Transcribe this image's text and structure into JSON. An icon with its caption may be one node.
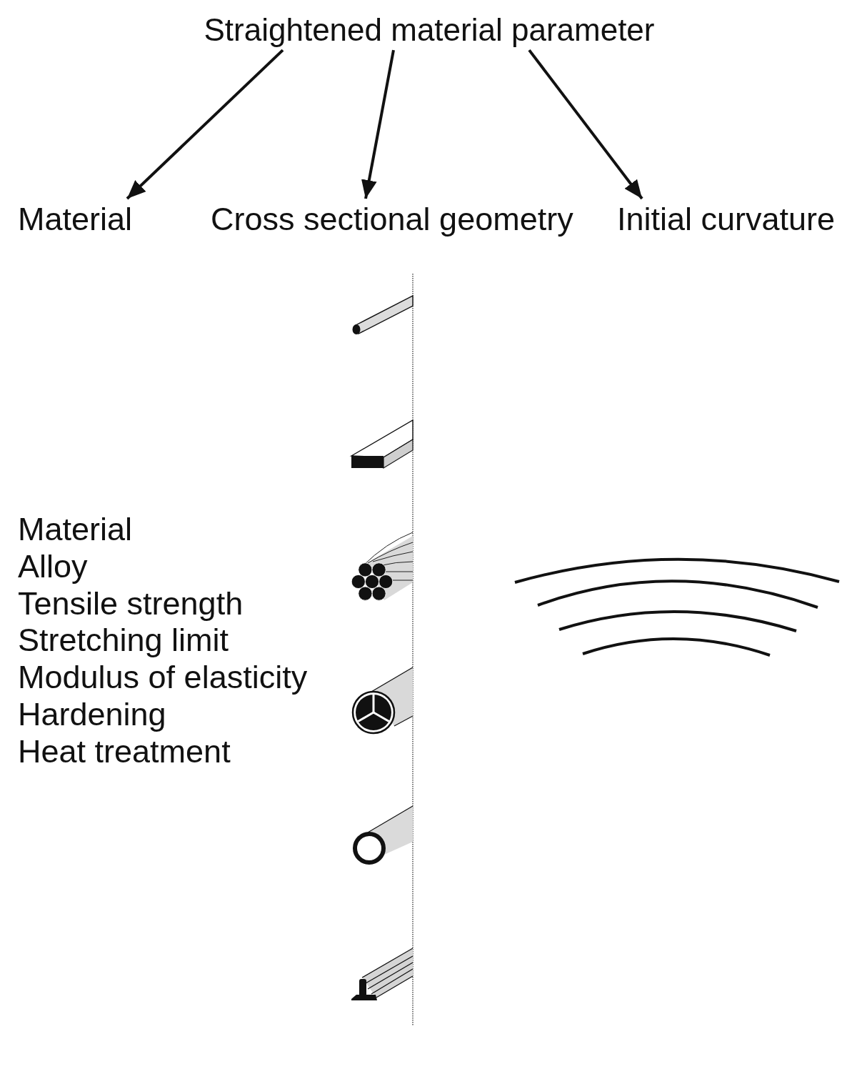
{
  "diagram": {
    "nodes": [
      {
        "text": [
          "Straightened material parameter"
        ]
      },
      {
        "text": [
          "Material"
        ]
      },
      {
        "text": [
          "Cross sectional geometry"
        ]
      },
      {
        "text": [
          "Initial curvature"
        ]
      }
    ],
    "edges": [
      {
        "from": 0,
        "to": 1,
        "arrow": "to"
      },
      {
        "from": 0,
        "to": 2,
        "arrow": "to"
      },
      {
        "from": 0,
        "to": 3,
        "arrow": "to"
      }
    ],
    "labels": [
      "Material",
      "Alloy",
      "Tensile strength",
      "Stretching limit",
      "Modulus of elasticity",
      "Hardening",
      "Heat treatment"
    ]
  }
}
